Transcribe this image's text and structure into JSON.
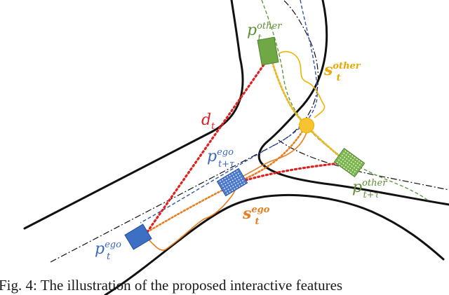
{
  "labels": {
    "p_other_t": {
      "base": "p",
      "sup": "other",
      "sub": "t"
    },
    "s_other_t": {
      "base": "s",
      "sup": "other",
      "sub": "t"
    },
    "d_t": {
      "base": "d",
      "sub": "t"
    },
    "p_ego_t_tau": {
      "base": "p",
      "sup": "ego",
      "sub": "t+τ"
    },
    "p_other_t_tau": {
      "base": "p",
      "sup": "other",
      "sub": "t+τ"
    },
    "s_ego_t": {
      "base": "s",
      "sup": "ego",
      "sub": "t"
    },
    "p_ego_t": {
      "base": "p",
      "sup": "ego",
      "sub": "t"
    }
  },
  "caption": "Fig. 4: The illustration of the proposed interactive features",
  "colors": {
    "road": "#111111",
    "centerline": "#111111",
    "other_vehicle": "#70a845",
    "other_vehicle_border": "#4f7f2d",
    "other_path": "#5e9a3c",
    "other_trail": "#e7b92e",
    "ego_vehicle": "#3d6fc4",
    "ego_vehicle_border": "#274f99",
    "ego_path": "#2f55b0",
    "distance": "#e02020",
    "ego_arc": "#e67e22",
    "other_arc": "#f0b400",
    "conflict_point": "#f7c331",
    "label_red": "#e02020",
    "label_green": "#5f8f32",
    "label_blue": "#3b66c4",
    "label_orange": "#e67e22",
    "label_yellow": "#eaa800"
  }
}
